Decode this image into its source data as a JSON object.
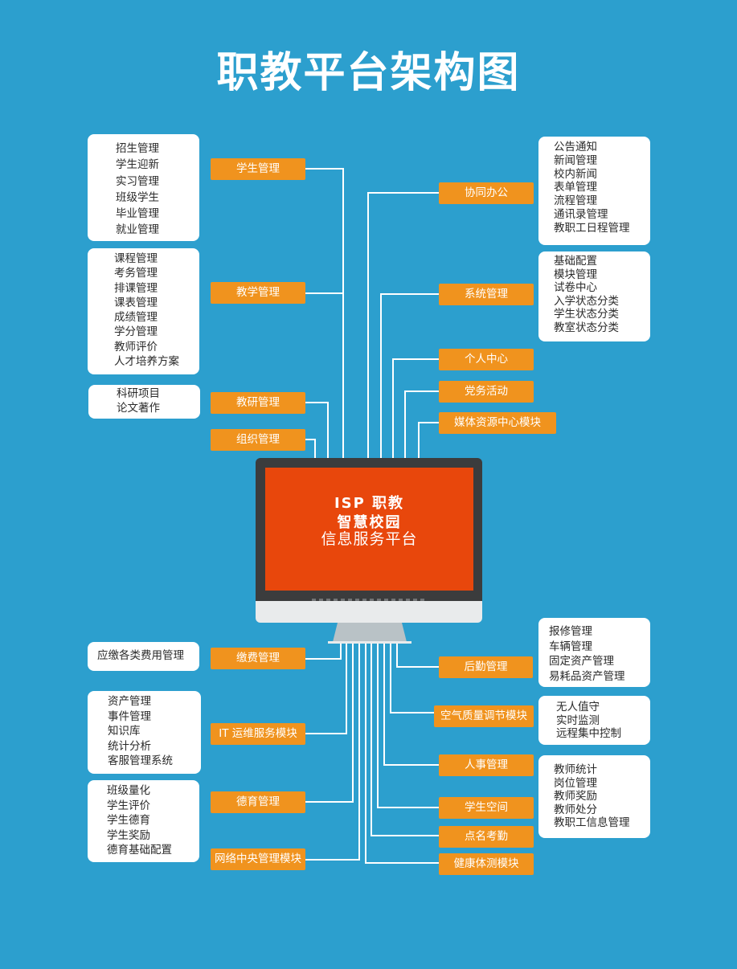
{
  "title": "职教平台架构图",
  "platform": {
    "line1": "ISP 职教",
    "line2": "智慧校园",
    "line3": "信息服务平台"
  },
  "colors": {
    "background": "#2c9fce",
    "module": "#f0931e",
    "screen": "#e8470c",
    "frame": "#3b3c3d"
  },
  "modules": {
    "xuesheng_guanli": "学生管理",
    "jiaoxue_guanli": "教学管理",
    "jiaoyan_guanli": "教研管理",
    "zuzhi_guanli": "组织管理",
    "xietong_bangong": "协同办公",
    "xitong_guanli": "系统管理",
    "geren_zhongxin": "个人中心",
    "dangwu_huodong": "党务活动",
    "meiti_ziyuan": "媒体资源中心模块",
    "jiaofei_guanli": "缴费管理",
    "it_yunwei": "IT 运维服务模块",
    "deyu_guanli": "德育管理",
    "wangluo_zhongyang": "网络中央管理模块",
    "houqin_guanli": "后勤管理",
    "kongqi_zhiliang": "空气质量调节模块",
    "renshi_guanli": "人事管理",
    "xuesheng_kongjian": "学生空间",
    "dianming_kaoqin": "点名考勤",
    "jiankang_tice": "健康体测模块"
  },
  "boxes": {
    "xuesheng": [
      "招生管理",
      "学生迎新",
      "实习管理",
      "班级学生",
      "毕业管理",
      "就业管理"
    ],
    "jiaoxue": [
      "课程管理",
      "考务管理",
      "排课管理",
      "课表管理",
      "成绩管理",
      "学分管理",
      "教师评价",
      "人才培养方案"
    ],
    "jiaoyan": [
      "科研项目",
      "论文著作"
    ],
    "xietong": [
      "公告通知",
      "新闻管理",
      "校内新闻",
      "表单管理",
      "流程管理",
      "通讯录管理",
      "教职工日程管理"
    ],
    "xitong": [
      "基础配置",
      "模块管理",
      "试卷中心",
      "入学状态分类",
      "学生状态分类",
      "教室状态分类"
    ],
    "jiaofei": [
      "应缴各类费用管理"
    ],
    "it": [
      "资产管理",
      "事件管理",
      "知识库",
      "统计分析",
      "客服管理系统"
    ],
    "deyu": [
      "班级量化",
      "学生评价",
      "学生德育",
      "学生奖励",
      "德育基础配置"
    ],
    "houqin": [
      "报修管理",
      "车辆管理",
      "固定资产管理",
      "易耗品资产管理"
    ],
    "kongqi": [
      "无人值守",
      "实时监测",
      "远程集中控制"
    ],
    "renshi": [
      "教师统计",
      "岗位管理",
      "教师奖励",
      "教师处分",
      "教职工信息管理"
    ]
  }
}
